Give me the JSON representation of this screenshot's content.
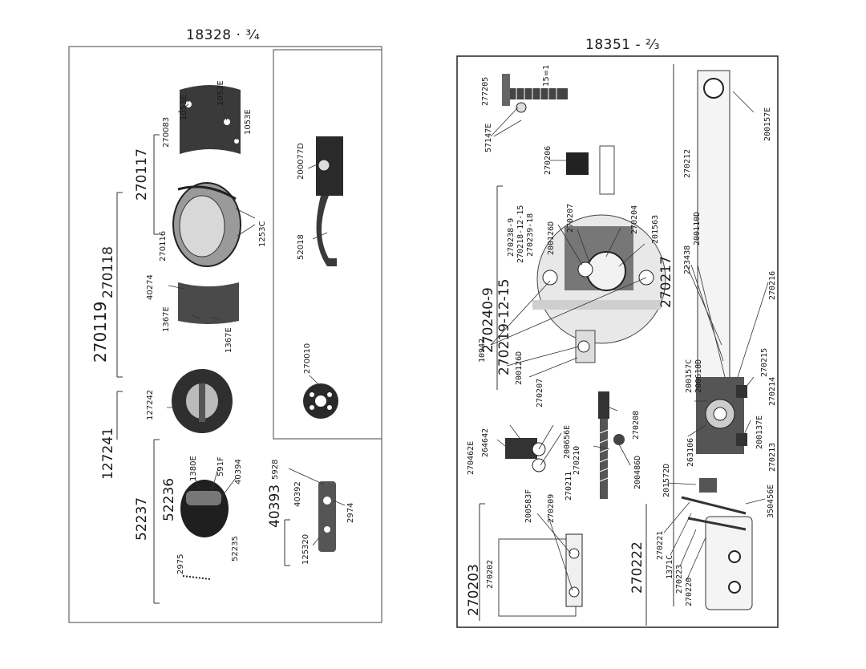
{
  "titles": {
    "left": "18328 · ³⁄₄",
    "right": "18351 - ²⁄₃"
  },
  "left_plate": {
    "group_labels": {
      "g270119": "270119",
      "g270118": "270118",
      "g270117": "270117",
      "g127241": "127241",
      "g52237": "52237",
      "g52236": "52236",
      "g40393": "40393"
    },
    "part_labels": {
      "p270083": "270083",
      "p1053e_a": "1053E",
      "p1053e_b": "1053E",
      "p1053e_c": "1053E",
      "p270116": "270116",
      "p1253c": "1253C",
      "p40274": "40274",
      "p1367e_a": "1367E",
      "p1367e_b": "1367E",
      "p127242": "127242",
      "p1380e": "1380E",
      "p591f": "591F",
      "p40394": "40394",
      "p52235": "52235",
      "p2975": "2975",
      "p200077d": "200077D",
      "p52018": "52018",
      "p270010": "270010",
      "p5928": "5928",
      "p40392": "40392",
      "p2974": "2974",
      "p125320": "125320"
    }
  },
  "right_plate": {
    "group_labels": {
      "g270240": "270240-9",
      "g270219": "270219-12-15",
      "g270217": "270217",
      "g270203": "270203",
      "g270222": "270222"
    },
    "part_labels": {
      "p277205": "277205",
      "p15eq1": "15=1",
      "p57147e": "57147E",
      "p270206": "270206",
      "p270238": "270238-9",
      "p270218": "270218-12-15",
      "p270239": "270239-18",
      "p200126d_a": "200126D",
      "p270207_a": "270207",
      "p270204": "270204",
      "p201563": "201563",
      "p270212": "270212",
      "p200157e": "200157E",
      "p223438": "223438",
      "p200110d": "200110D",
      "p270216": "270216",
      "p10942": "10942",
      "p200126d_b": "200126D",
      "p270207_b": "270207",
      "p200157c": "200157C",
      "p200618d": "200618D",
      "p270215": "270215",
      "p270214": "270214",
      "p200137e": "200137E",
      "p270213": "270213",
      "p263106": "263106",
      "p270462e": "270462E",
      "p264642": "264642",
      "p200656e": "200656E",
      "p270210": "270210",
      "p270208": "270208",
      "p200486d": "200486D",
      "p200583f": "200583F",
      "p270209": "270209",
      "p270211": "270211",
      "p201572d": "201572D",
      "p350456e": "350456E",
      "p270202": "270202",
      "p270221": "270221",
      "p1371c": "1371C",
      "p270223": "270223",
      "p270220": "270220"
    }
  }
}
